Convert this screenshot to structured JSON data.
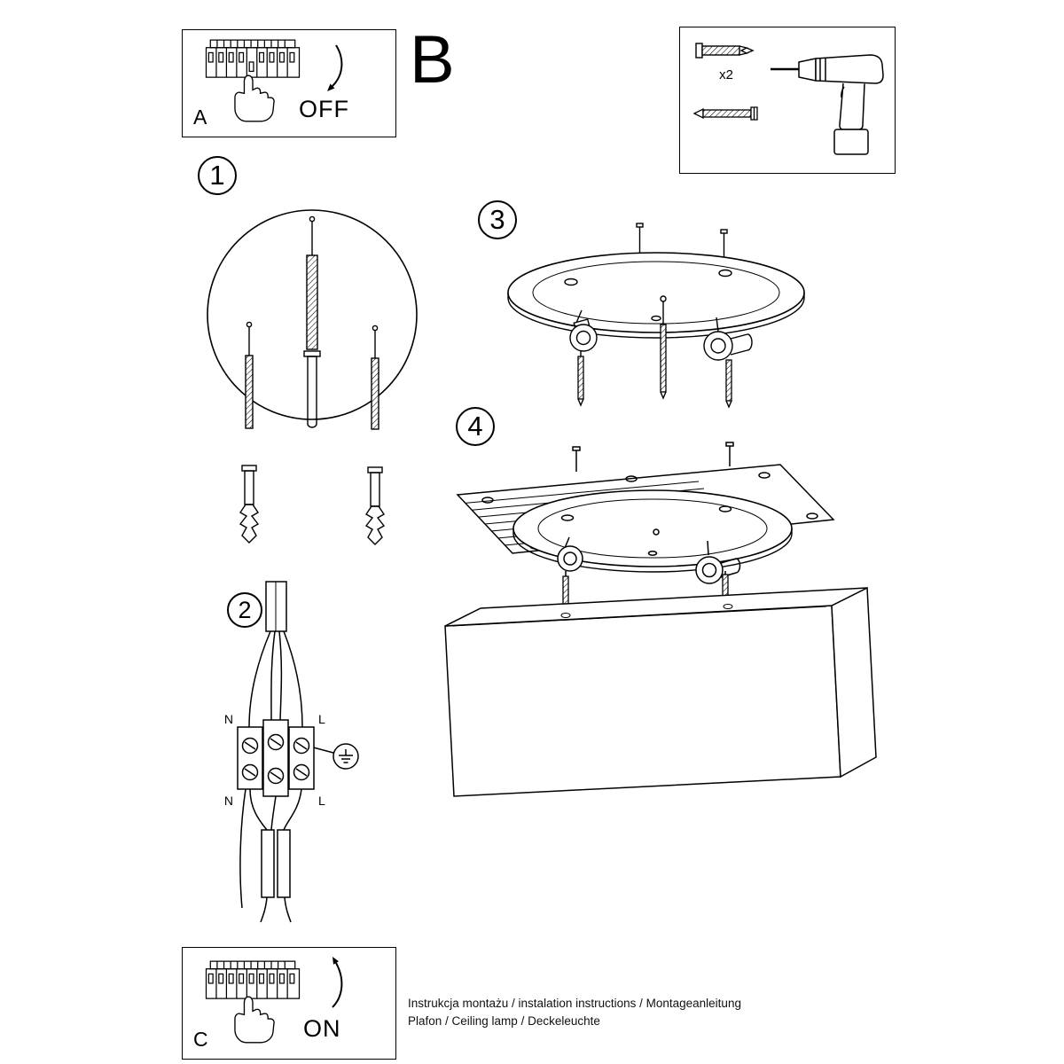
{
  "page": {
    "section_letter": "B",
    "background_color": "#ffffff",
    "line_color": "#000000"
  },
  "panels": {
    "a": {
      "label": "A",
      "action": "OFF"
    },
    "c": {
      "label": "C",
      "action": "ON"
    }
  },
  "steps": {
    "s1": "1",
    "s2": "2",
    "s3": "3",
    "s4": "4"
  },
  "parts": {
    "anchor_count": "x2"
  },
  "wiring": {
    "top_left": "N",
    "top_right": "L",
    "bottom_left": "N",
    "bottom_right": "L"
  },
  "footer": {
    "line1": "Instrukcja montażu / instalation instructions / Montageanleitung",
    "line2": "Plafon / Ceiling lamp / Deckeleuchte"
  }
}
